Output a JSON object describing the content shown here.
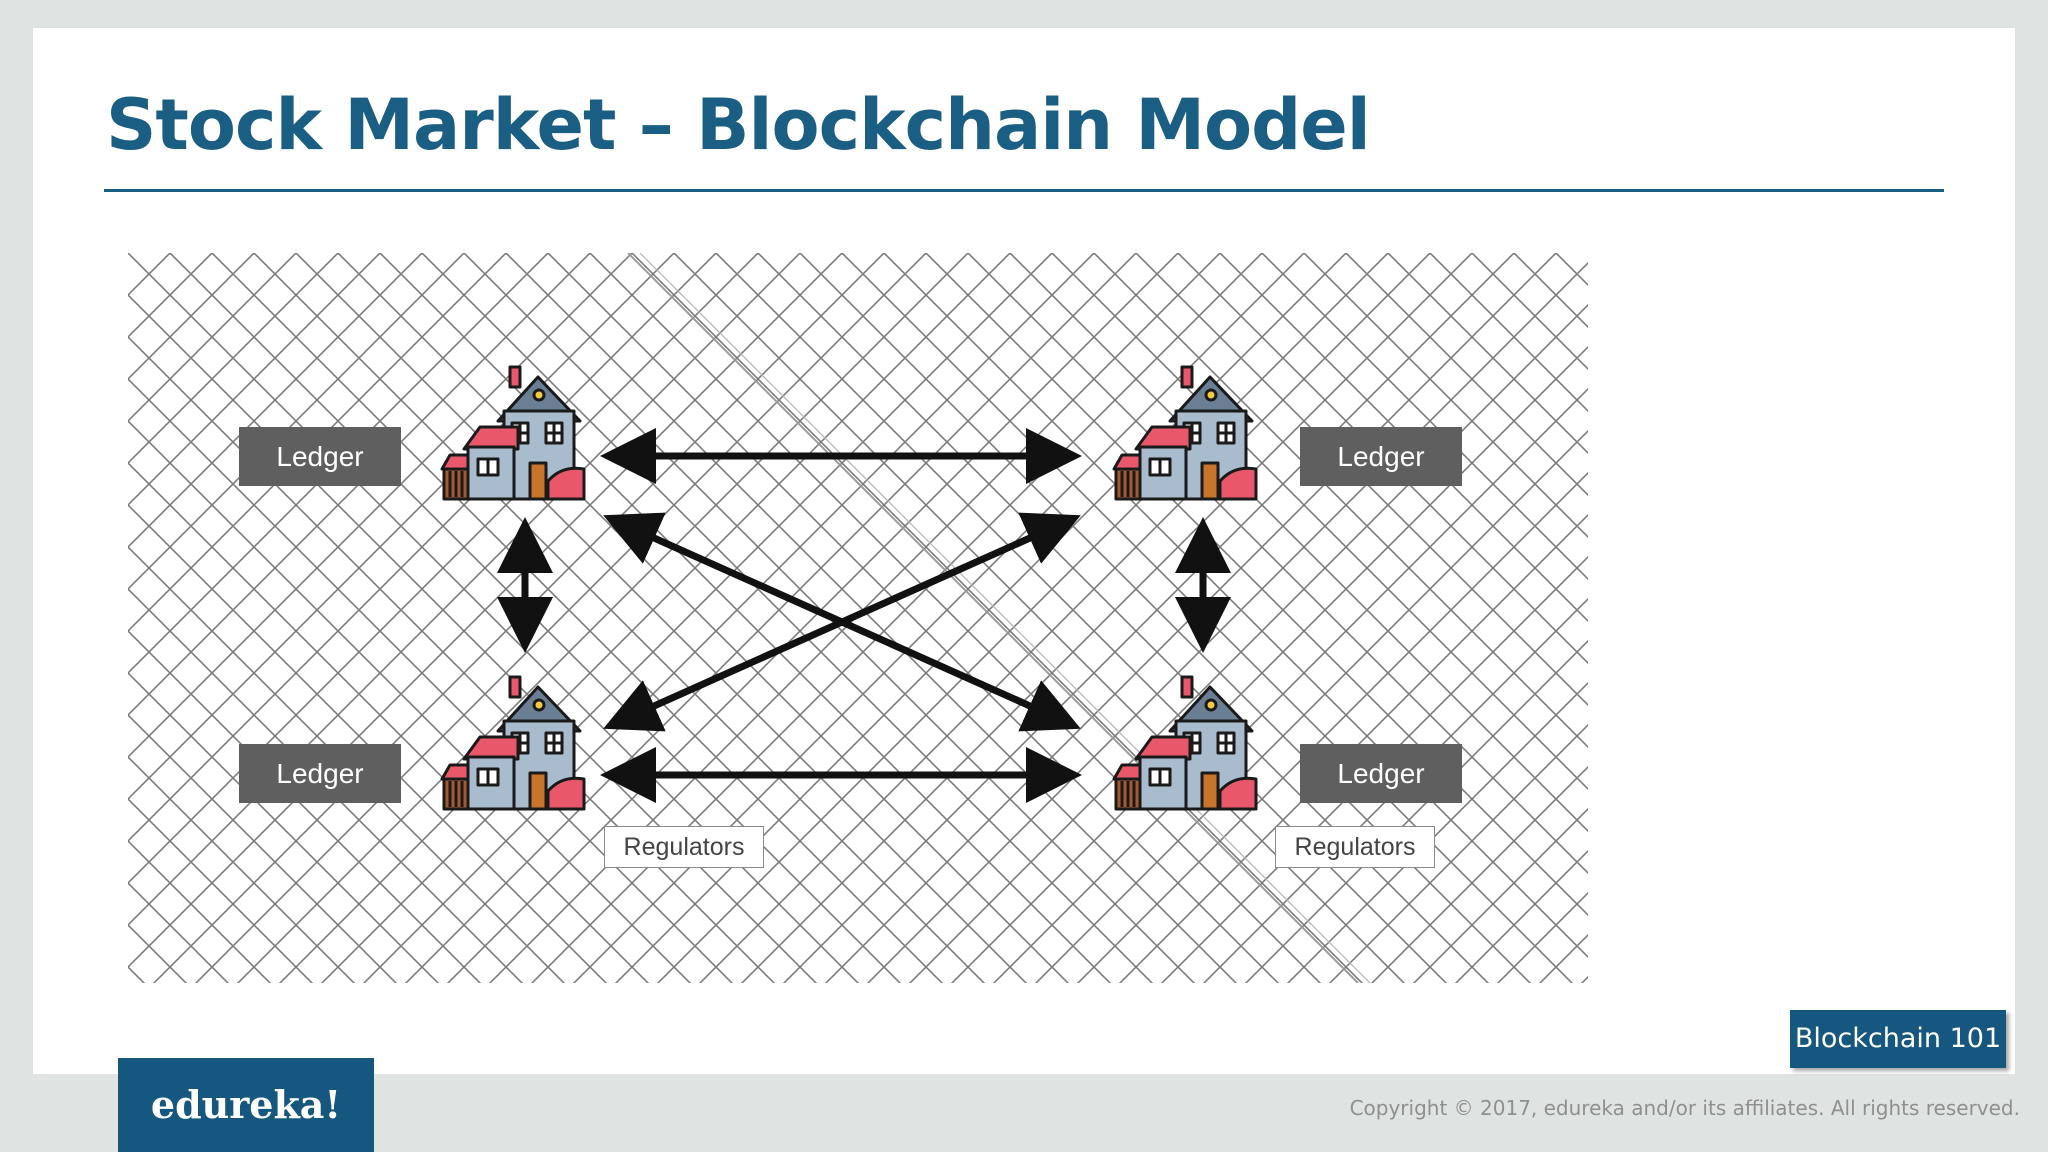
{
  "slide": {
    "title": "Stock Market – Blockchain Model",
    "accent_color": "#1b5e83"
  },
  "diagram": {
    "nodes": [
      {
        "id": "top-left",
        "icon": "building-icon",
        "ledger_label": "Ledger"
      },
      {
        "id": "top-right",
        "icon": "building-icon",
        "ledger_label": "Ledger"
      },
      {
        "id": "bottom-left",
        "icon": "building-icon",
        "ledger_label": "Ledger",
        "regulator_label": "Regulators"
      },
      {
        "id": "bottom-right",
        "icon": "building-icon",
        "ledger_label": "Ledger",
        "regulator_label": "Regulators"
      }
    ],
    "edges": [
      {
        "from": "top-left",
        "to": "top-right",
        "direction": "both"
      },
      {
        "from": "bottom-left",
        "to": "bottom-right",
        "direction": "both"
      },
      {
        "from": "top-left",
        "to": "bottom-left",
        "direction": "both"
      },
      {
        "from": "top-right",
        "to": "bottom-right",
        "direction": "both"
      },
      {
        "from": "top-left",
        "to": "bottom-right",
        "direction": "both"
      },
      {
        "from": "bottom-left",
        "to": "top-right",
        "direction": "both"
      }
    ],
    "ledger_color": "#5f5f5f",
    "arrow_color": "#111111"
  },
  "footer": {
    "logo_text": "edureka!",
    "course_badge": "Blockchain 101",
    "copyright": "Copyright © 2017, edureka and/or its affiliates. All rights reserved.",
    "brand_color": "#15577e"
  }
}
